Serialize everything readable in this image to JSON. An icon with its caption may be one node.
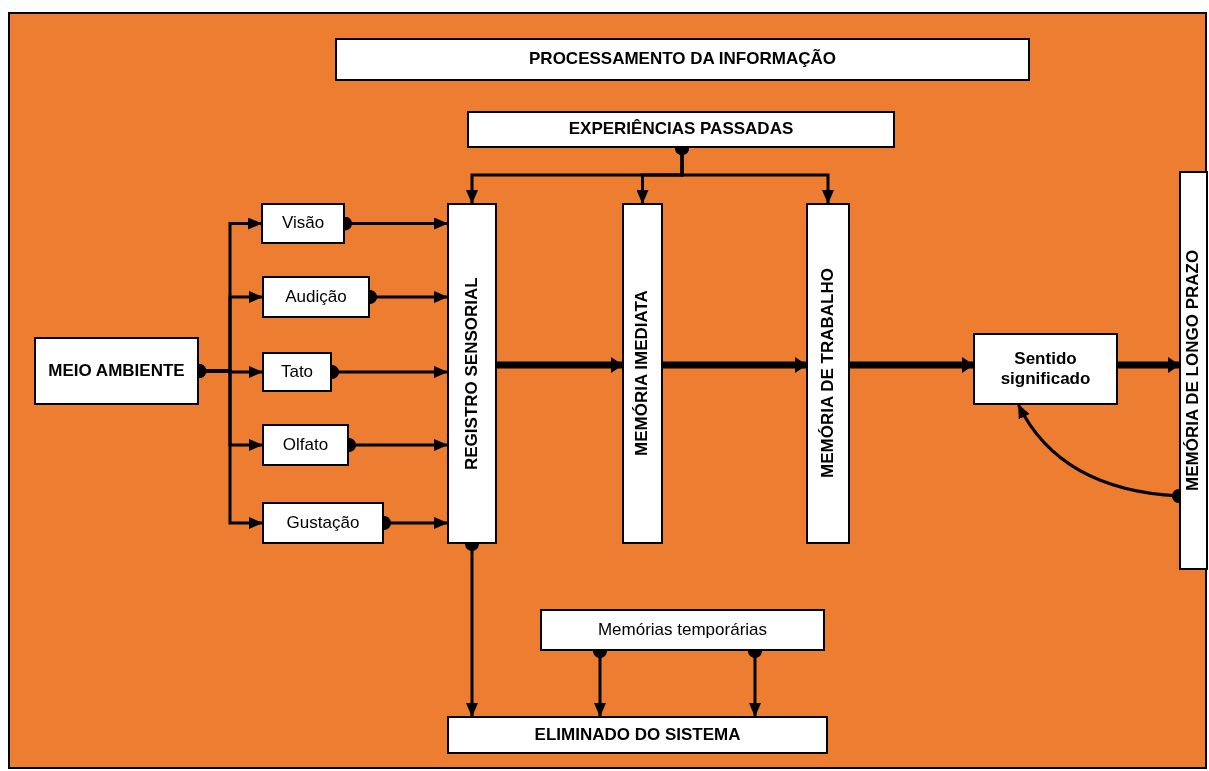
{
  "diagram": {
    "nodes": [
      {
        "text": [
          "PROCESSAMENTO DA INFORMAÇÃO"
        ]
      },
      {
        "text": [
          "EXPERIÊNCIAS PASSADAS"
        ]
      },
      {
        "text": [
          "MEIO AMBIENTE"
        ]
      },
      {
        "text": [
          "Visão"
        ]
      },
      {
        "text": [
          "Audição"
        ]
      },
      {
        "text": [
          "Tato"
        ]
      },
      {
        "text": [
          "Olfato"
        ]
      },
      {
        "text": [
          "Gustação"
        ]
      },
      {
        "text": [
          "REGISTRO SENSORIAL"
        ]
      },
      {
        "text": [
          "MEMÓRIA IMEDIATA"
        ]
      },
      {
        "text": [
          "MEMÓRIA DE TRABALHO"
        ]
      },
      {
        "text": [
          "Sentido significado"
        ]
      },
      {
        "text": [
          "MEMÓRIA DE LONGO PRAZO"
        ]
      },
      {
        "text": [
          "Memórias temporárias"
        ]
      },
      {
        "text": [
          "ELIMINADO DO SISTEMA"
        ]
      }
    ],
    "edges": [
      {
        "from": 2,
        "to": 3,
        "arrow": "to"
      },
      {
        "from": 2,
        "to": 4,
        "arrow": "to"
      },
      {
        "from": 2,
        "to": 5,
        "arrow": "to"
      },
      {
        "from": 2,
        "to": 6,
        "arrow": "to"
      },
      {
        "from": 2,
        "to": 7,
        "arrow": "to"
      },
      {
        "from": 3,
        "to": 8,
        "arrow": "to"
      },
      {
        "from": 4,
        "to": 8,
        "arrow": "to"
      },
      {
        "from": 5,
        "to": 8,
        "arrow": "to"
      },
      {
        "from": 6,
        "to": 8,
        "arrow": "to"
      },
      {
        "from": 7,
        "to": 8,
        "arrow": "to"
      },
      {
        "from": 1,
        "to": 8,
        "arrow": "to"
      },
      {
        "from": 1,
        "to": 9,
        "arrow": "to"
      },
      {
        "from": 1,
        "to": 10,
        "arrow": "to"
      },
      {
        "from": 8,
        "to": 9,
        "arrow": "to",
        "style": "thick"
      },
      {
        "from": 9,
        "to": 10,
        "arrow": "to",
        "style": "thick"
      },
      {
        "from": 10,
        "to": 11,
        "arrow": "to",
        "style": "thick"
      },
      {
        "from": 11,
        "to": 12,
        "arrow": "to",
        "style": "thick"
      },
      {
        "from": 12,
        "to": 11,
        "arrow": "to"
      },
      {
        "from": 8,
        "to": 14,
        "arrow": "to"
      },
      {
        "from": 13,
        "to": 14,
        "arrow": "to"
      },
      {
        "from": 13,
        "to": 14,
        "arrow": "to"
      }
    ]
  }
}
